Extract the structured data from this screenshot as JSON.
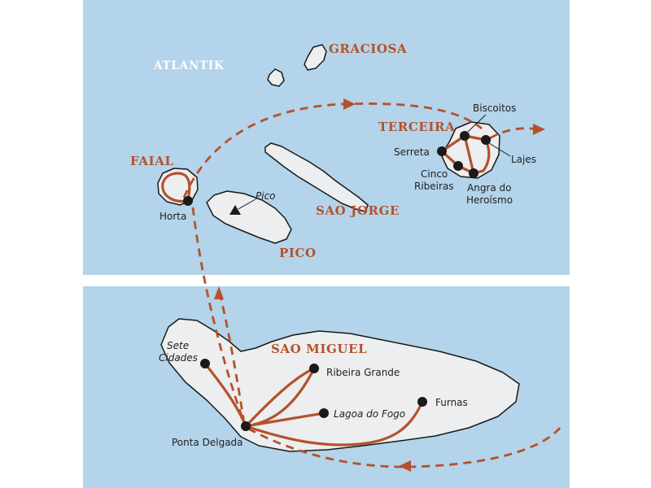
{
  "colors": {
    "sea": "#b3d4ea",
    "land": "#eceeef",
    "route": "#b5512c",
    "label_accent": "#b5512c",
    "background": "#ffffff"
  },
  "sea_label": "ATLANTIK",
  "islands": {
    "graciosa": "GRACIOSA",
    "terceira": "TERCEIRA",
    "faial": "FAIAL",
    "sao_jorge": "SAO JORGE",
    "pico": "PICO",
    "sao_miguel": "SAO MIGUEL"
  },
  "places": {
    "biscoitos": "Biscoitos",
    "serreta": "Serreta",
    "lajes": "Lajes",
    "cinco_ribeiras_1": "Cinco",
    "cinco_ribeiras_2": "Ribeiras",
    "angra_1": "Angra do",
    "angra_2": "Heroísmo",
    "horta": "Horta",
    "pico_peak": "Pico",
    "sete_cidades_1": "Sete",
    "sete_cidades_2": "Cidades",
    "ribeira_grande": "Ribeira Grande",
    "lagoa_do_fogo": "Lagoa do Fogo",
    "furnas": "Furnas",
    "ponta_delgada": "Ponta Delgada"
  },
  "icons": {
    "stop_marker": "filled-circle",
    "peak_marker": "triangle",
    "ferry_arrow": "arrowhead"
  }
}
